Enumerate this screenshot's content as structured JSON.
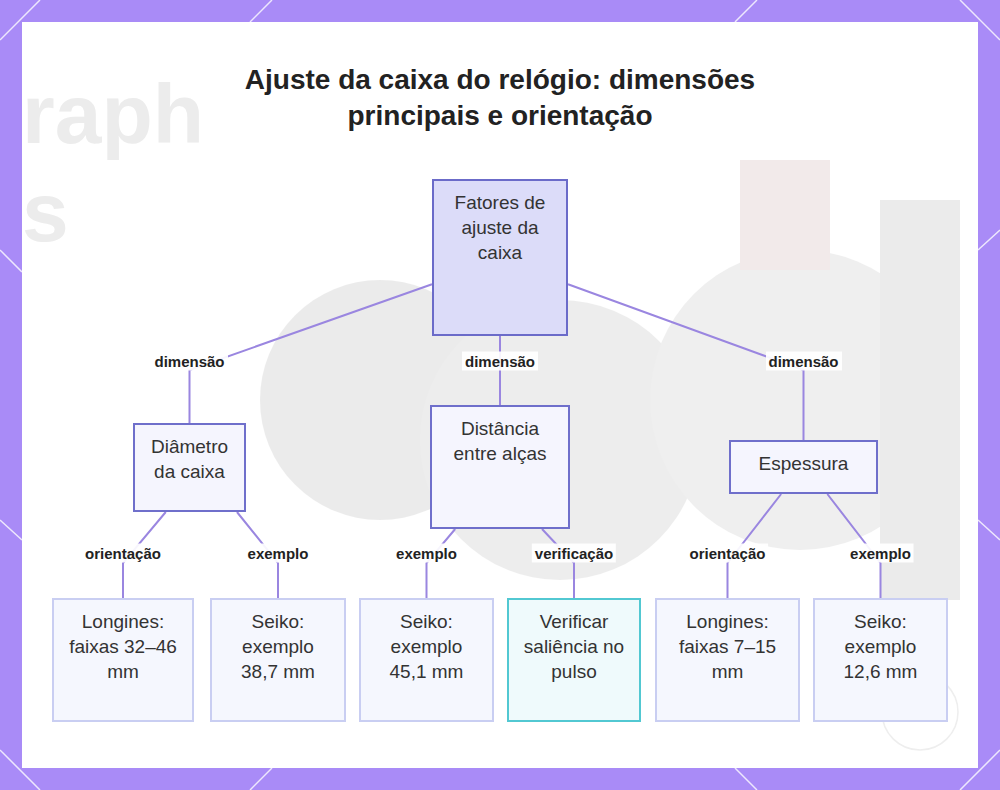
{
  "diagram": {
    "title": "Ajuste da caixa do relógio: dimensões principais e orientação",
    "nodes": [
      {
        "text": [
          "Fatores de ajuste da caixa"
        ]
      },
      {
        "text": [
          "Diâmetro da caixa"
        ]
      },
      {
        "text": [
          "Distância entre alças"
        ]
      },
      {
        "text": [
          "Espessura"
        ]
      },
      {
        "text": [
          "Longines: faixas 32–46 mm"
        ]
      },
      {
        "text": [
          "Seiko: exemplo 38,7 mm"
        ]
      },
      {
        "text": [
          "Seiko: exemplo 45,1 mm"
        ]
      },
      {
        "text": [
          "Verificar saliência no pulso"
        ]
      },
      {
        "text": [
          "Longines: faixas 7–15 mm"
        ]
      },
      {
        "text": [
          "Seiko: exemplo 12,6 mm"
        ]
      }
    ],
    "edges": [
      {
        "from": 0,
        "to": 1,
        "label": "dimensão",
        "arrow": "none"
      },
      {
        "from": 0,
        "to": 2,
        "label": "dimensão",
        "arrow": "none"
      },
      {
        "from": 0,
        "to": 3,
        "label": "dimensão",
        "arrow": "none"
      },
      {
        "from": 1,
        "to": 4,
        "label": "orientação",
        "arrow": "none"
      },
      {
        "from": 1,
        "to": 5,
        "label": "exemplo",
        "arrow": "none"
      },
      {
        "from": 2,
        "to": 6,
        "label": "exemplo",
        "arrow": "none"
      },
      {
        "from": 2,
        "to": 7,
        "label": "verificação",
        "arrow": "none"
      },
      {
        "from": 3,
        "to": 8,
        "label": "orientação",
        "arrow": "none"
      },
      {
        "from": 3,
        "to": 9,
        "label": "exemplo",
        "arrow": "none"
      }
    ],
    "labels": [
      "raph",
      "s"
    ]
  }
}
